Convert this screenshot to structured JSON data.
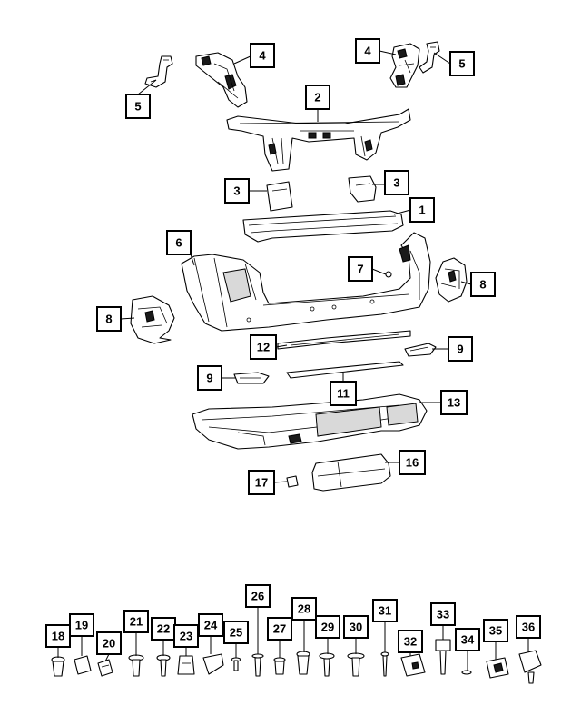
{
  "callouts": [
    {
      "id": "c1",
      "label": "1"
    },
    {
      "id": "c2",
      "label": "2"
    },
    {
      "id": "c3a",
      "label": "3"
    },
    {
      "id": "c3b",
      "label": "3"
    },
    {
      "id": "c4a",
      "label": "4"
    },
    {
      "id": "c4b",
      "label": "4"
    },
    {
      "id": "c5a",
      "label": "5"
    },
    {
      "id": "c5b",
      "label": "5"
    },
    {
      "id": "c6",
      "label": "6"
    },
    {
      "id": "c7",
      "label": "7"
    },
    {
      "id": "c8a",
      "label": "8"
    },
    {
      "id": "c8b",
      "label": "8"
    },
    {
      "id": "c9a",
      "label": "9"
    },
    {
      "id": "c9b",
      "label": "9"
    },
    {
      "id": "c11",
      "label": "11"
    },
    {
      "id": "c12",
      "label": "12"
    },
    {
      "id": "c13",
      "label": "13"
    },
    {
      "id": "c16",
      "label": "16"
    },
    {
      "id": "c17",
      "label": "17"
    },
    {
      "id": "c18",
      "label": "18"
    },
    {
      "id": "c19",
      "label": "19"
    },
    {
      "id": "c20",
      "label": "20"
    },
    {
      "id": "c21",
      "label": "21"
    },
    {
      "id": "c22",
      "label": "22"
    },
    {
      "id": "c23",
      "label": "23"
    },
    {
      "id": "c24",
      "label": "24"
    },
    {
      "id": "c25",
      "label": "25"
    },
    {
      "id": "c26",
      "label": "26"
    },
    {
      "id": "c27",
      "label": "27"
    },
    {
      "id": "c28",
      "label": "28"
    },
    {
      "id": "c29",
      "label": "29"
    },
    {
      "id": "c30",
      "label": "30"
    },
    {
      "id": "c31",
      "label": "31"
    },
    {
      "id": "c32",
      "label": "32"
    },
    {
      "id": "c33",
      "label": "33"
    },
    {
      "id": "c34",
      "label": "34"
    },
    {
      "id": "c35",
      "label": "35"
    },
    {
      "id": "c36",
      "label": "36"
    }
  ]
}
